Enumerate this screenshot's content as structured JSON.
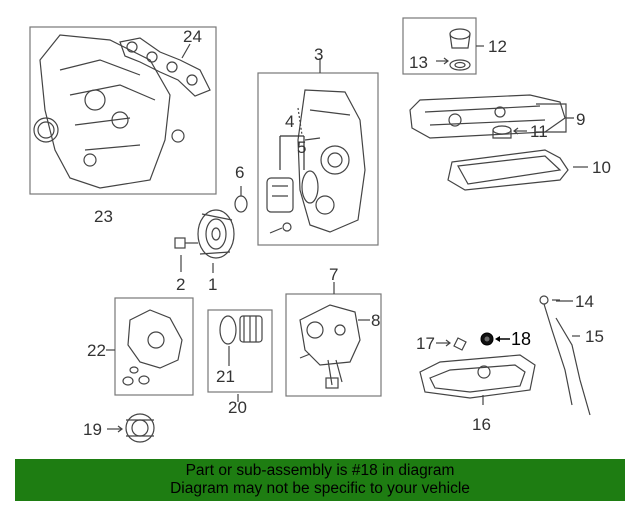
{
  "diagram": {
    "callouts": {
      "c1": "1",
      "c2": "2",
      "c3": "3",
      "c4": "4",
      "c5": "5",
      "c6": "6",
      "c7": "7",
      "c8": "8",
      "c9": "9",
      "c10": "10",
      "c11": "11",
      "c12": "12",
      "c13": "13",
      "c14": "14",
      "c15": "15",
      "c16": "16",
      "c17": "17",
      "c18": "18",
      "c19": "19",
      "c20": "20",
      "c21": "21",
      "c22": "22",
      "c23": "23",
      "c24": "24"
    },
    "highlighted_part": "18",
    "colors": {
      "line": "#444444",
      "frame": "#777777",
      "highlight": "#000000",
      "banner": "#1e7d12"
    }
  },
  "banner": {
    "line1": "Part or sub-assembly is #18 in diagram",
    "line2": "Diagram may not be specific to your vehicle"
  }
}
